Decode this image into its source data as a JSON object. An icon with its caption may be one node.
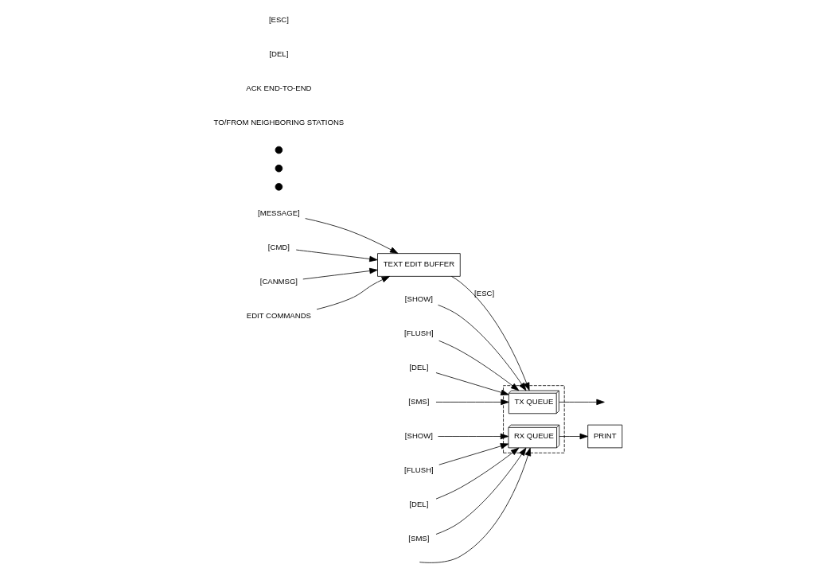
{
  "diagram": {
    "nodes": [
      {
        "text": [],
        "shape": "box"
      },
      {
        "text": [
          "[MESSAGE]"
        ]
      },
      {
        "text": [
          "[CMD]"
        ]
      },
      {
        "text": [
          "[CANMSG]"
        ]
      },
      {
        "text": [
          "TEXT EDIT BUFFER"
        ]
      },
      {
        "text": [
          "TX QUEUE"
        ],
        "in": 0
      },
      {
        "text": [
          "RX QUEUE"
        ],
        "in": 0
      },
      {
        "text": [
          "EDIT COMMANDS"
        ]
      },
      {
        "text": [
          "PRINT"
        ]
      },
      {
        "text": [
          "[SHOW]"
        ]
      },
      {
        "text": [
          "[FLUSH]"
        ]
      },
      {
        "text": [
          "[DEL]"
        ]
      },
      {
        "text": [
          "[SMS]"
        ]
      },
      {
        "text": [
          "[SHOW]"
        ]
      },
      {
        "text": [
          "[FLUSH]"
        ]
      },
      {
        "text": [
          "[DEL]"
        ]
      },
      {
        "text": [
          "[SMS]"
        ]
      },
      {
        "text": [],
        "shape": "circle"
      },
      {
        "text": [],
        "shape": "circle"
      },
      {
        "text": [],
        "shape": "circle"
      }
    ],
    "edges": [
      {
        "from": 1,
        "to": 4,
        "arrow": "to"
      },
      {
        "from": 2,
        "to": 4,
        "arrow": "to"
      },
      {
        "from": 3,
        "to": 4,
        "arrow": "to"
      },
      {
        "from": 4,
        "to": 5,
        "arrow": "to",
        "label": "[ESC]"
      },
      {
        "from": 7,
        "to": 4,
        "arrow": "to"
      },
      {
        "from": 9,
        "to": 5,
        "arrow": "to"
      },
      {
        "from": 10,
        "to": 5,
        "arrow": "to"
      },
      {
        "from": 11,
        "to": 5,
        "arrow": "to"
      },
      {
        "from": 12,
        "to": 5,
        "arrow": "to"
      },
      {
        "from": 5,
        "to": null,
        "arrow": "to"
      },
      {
        "from": null,
        "to": 6,
        "arrow": "to"
      },
      {
        "from": 6,
        "to": 8,
        "arrow": "to"
      },
      {
        "from": 13,
        "to": 6,
        "arrow": "to"
      },
      {
        "from": 14,
        "to": 6,
        "arrow": "to"
      },
      {
        "from": 15,
        "to": 6,
        "arrow": "to"
      },
      {
        "from": 16,
        "to": 6,
        "arrow": "to"
      }
    ],
    "labels": [
      "TO/FROM NEIGHBORING STATIONS",
      "ACK END-TO-END",
      "[DEL]",
      "[ESC]"
    ]
  }
}
